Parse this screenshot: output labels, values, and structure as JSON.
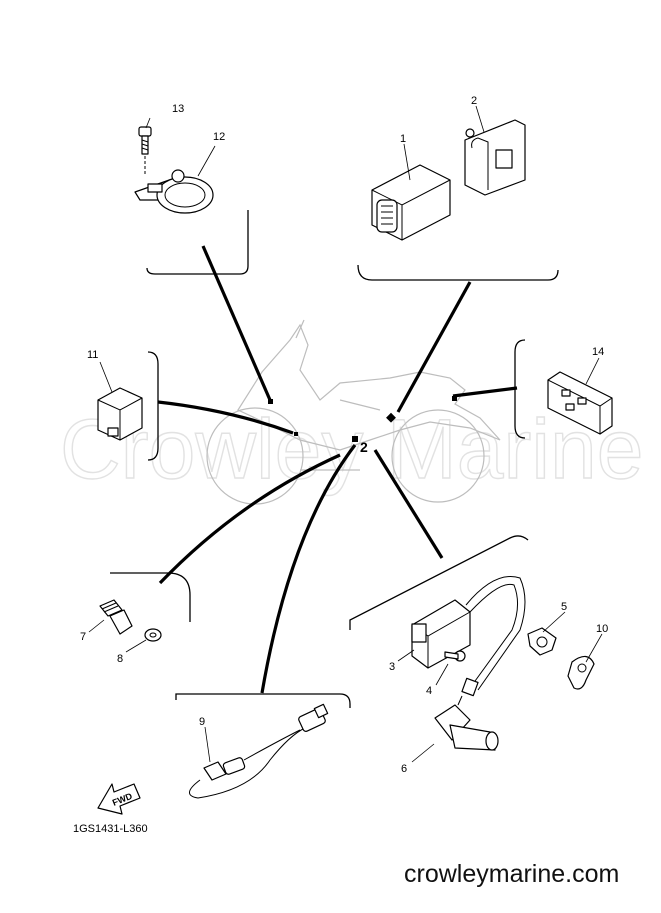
{
  "diagram": {
    "code": "1GS1431-L360",
    "watermark": "Crowley Marine",
    "site": "crowleymarine.com",
    "fwd_label": "FWD"
  },
  "callouts": {
    "p1": "1",
    "p2": "2",
    "p3": "3",
    "p4": "4",
    "p5": "5",
    "p6": "6",
    "p7": "7",
    "p8": "8",
    "p9": "9",
    "p10": "10",
    "p11": "11",
    "p12": "12",
    "p13": "13",
    "p14": "14"
  }
}
